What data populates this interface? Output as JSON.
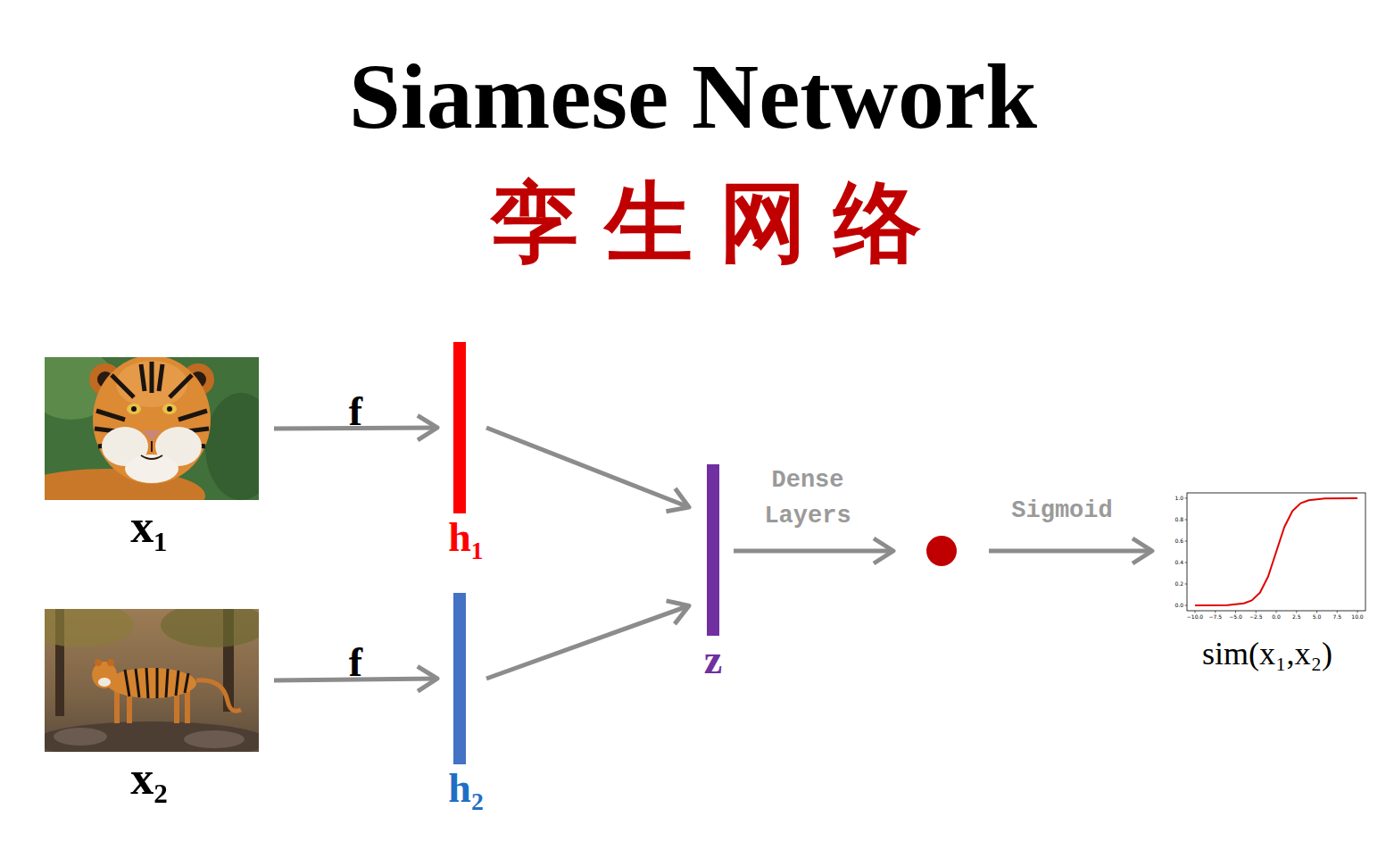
{
  "diagram": {
    "title": "Siamese Network",
    "nodes": [
      {
        "text": [
          "x₁"
        ]
      },
      {
        "text": [
          "x₂"
        ]
      },
      {
        "text": [
          "h₁"
        ]
      },
      {
        "text": [
          "h₂"
        ]
      },
      {
        "text": [
          "z"
        ]
      },
      {
        "text": [
          "sim(x₁,x₂)"
        ]
      }
    ],
    "edges": [
      {
        "from": 0,
        "to": 2,
        "label": "f",
        "arrow": "to"
      },
      {
        "from": 1,
        "to": 3,
        "label": "f",
        "arrow": "to"
      },
      {
        "from": 2,
        "to": 4,
        "arrow": "to"
      },
      {
        "from": 3,
        "to": 4,
        "arrow": "to"
      }
    ],
    "labels": [
      "孪生网络",
      "Dense Layers",
      "Sigmoid",
      "1.0",
      "0.8",
      "0.6",
      "0.4",
      "0.2",
      "0.0",
      "−10.0",
      "−7.5",
      "−5.0",
      "−2.5",
      "0.0",
      "2.5",
      "5.0",
      "7.5",
      "10.0"
    ]
  }
}
